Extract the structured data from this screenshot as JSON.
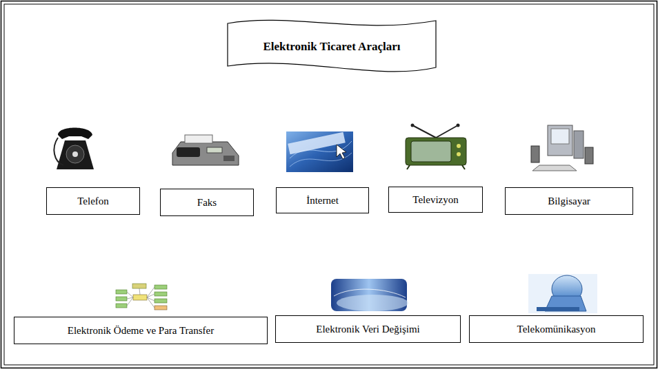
{
  "diagram": {
    "title": "Elektronik Ticaret Araçları",
    "nodes": [
      {
        "text": [
          "Telefon"
        ]
      },
      {
        "text": [
          "Faks"
        ]
      },
      {
        "text": [
          "İnternet"
        ]
      },
      {
        "text": [
          "Televizyon"
        ]
      },
      {
        "text": [
          "Bilgisayar"
        ]
      },
      {
        "text": [
          "Elektronik Ödeme ve Para Transfer"
        ]
      },
      {
        "text": [
          "Elektronik Veri Değişimi"
        ]
      },
      {
        "text": [
          "Telekomünikasyon"
        ]
      }
    ]
  }
}
